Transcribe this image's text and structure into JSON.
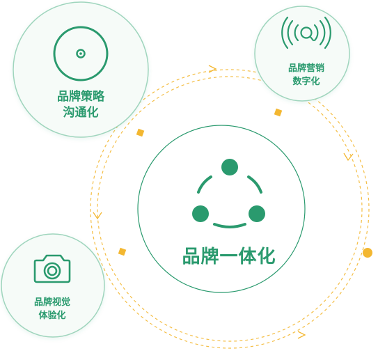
{
  "center": {
    "title": "品牌一体化",
    "icon": "share-network-icon"
  },
  "nodes": {
    "strategy": {
      "lines": [
        "品牌策略",
        "沟通化"
      ],
      "icon": "disc-icon"
    },
    "marketing": {
      "lines": [
        "品牌营销",
        "数字化"
      ],
      "icon": "broadcast-signal-icon"
    },
    "visual": {
      "lines": [
        "品牌视觉",
        "体验化"
      ],
      "icon": "camera-icon"
    }
  },
  "colors": {
    "green": "#2a9a6e",
    "circle_stroke": "#9fd5bd",
    "circle_fill": "#f6fbf8",
    "orbit": "#f3b731"
  }
}
